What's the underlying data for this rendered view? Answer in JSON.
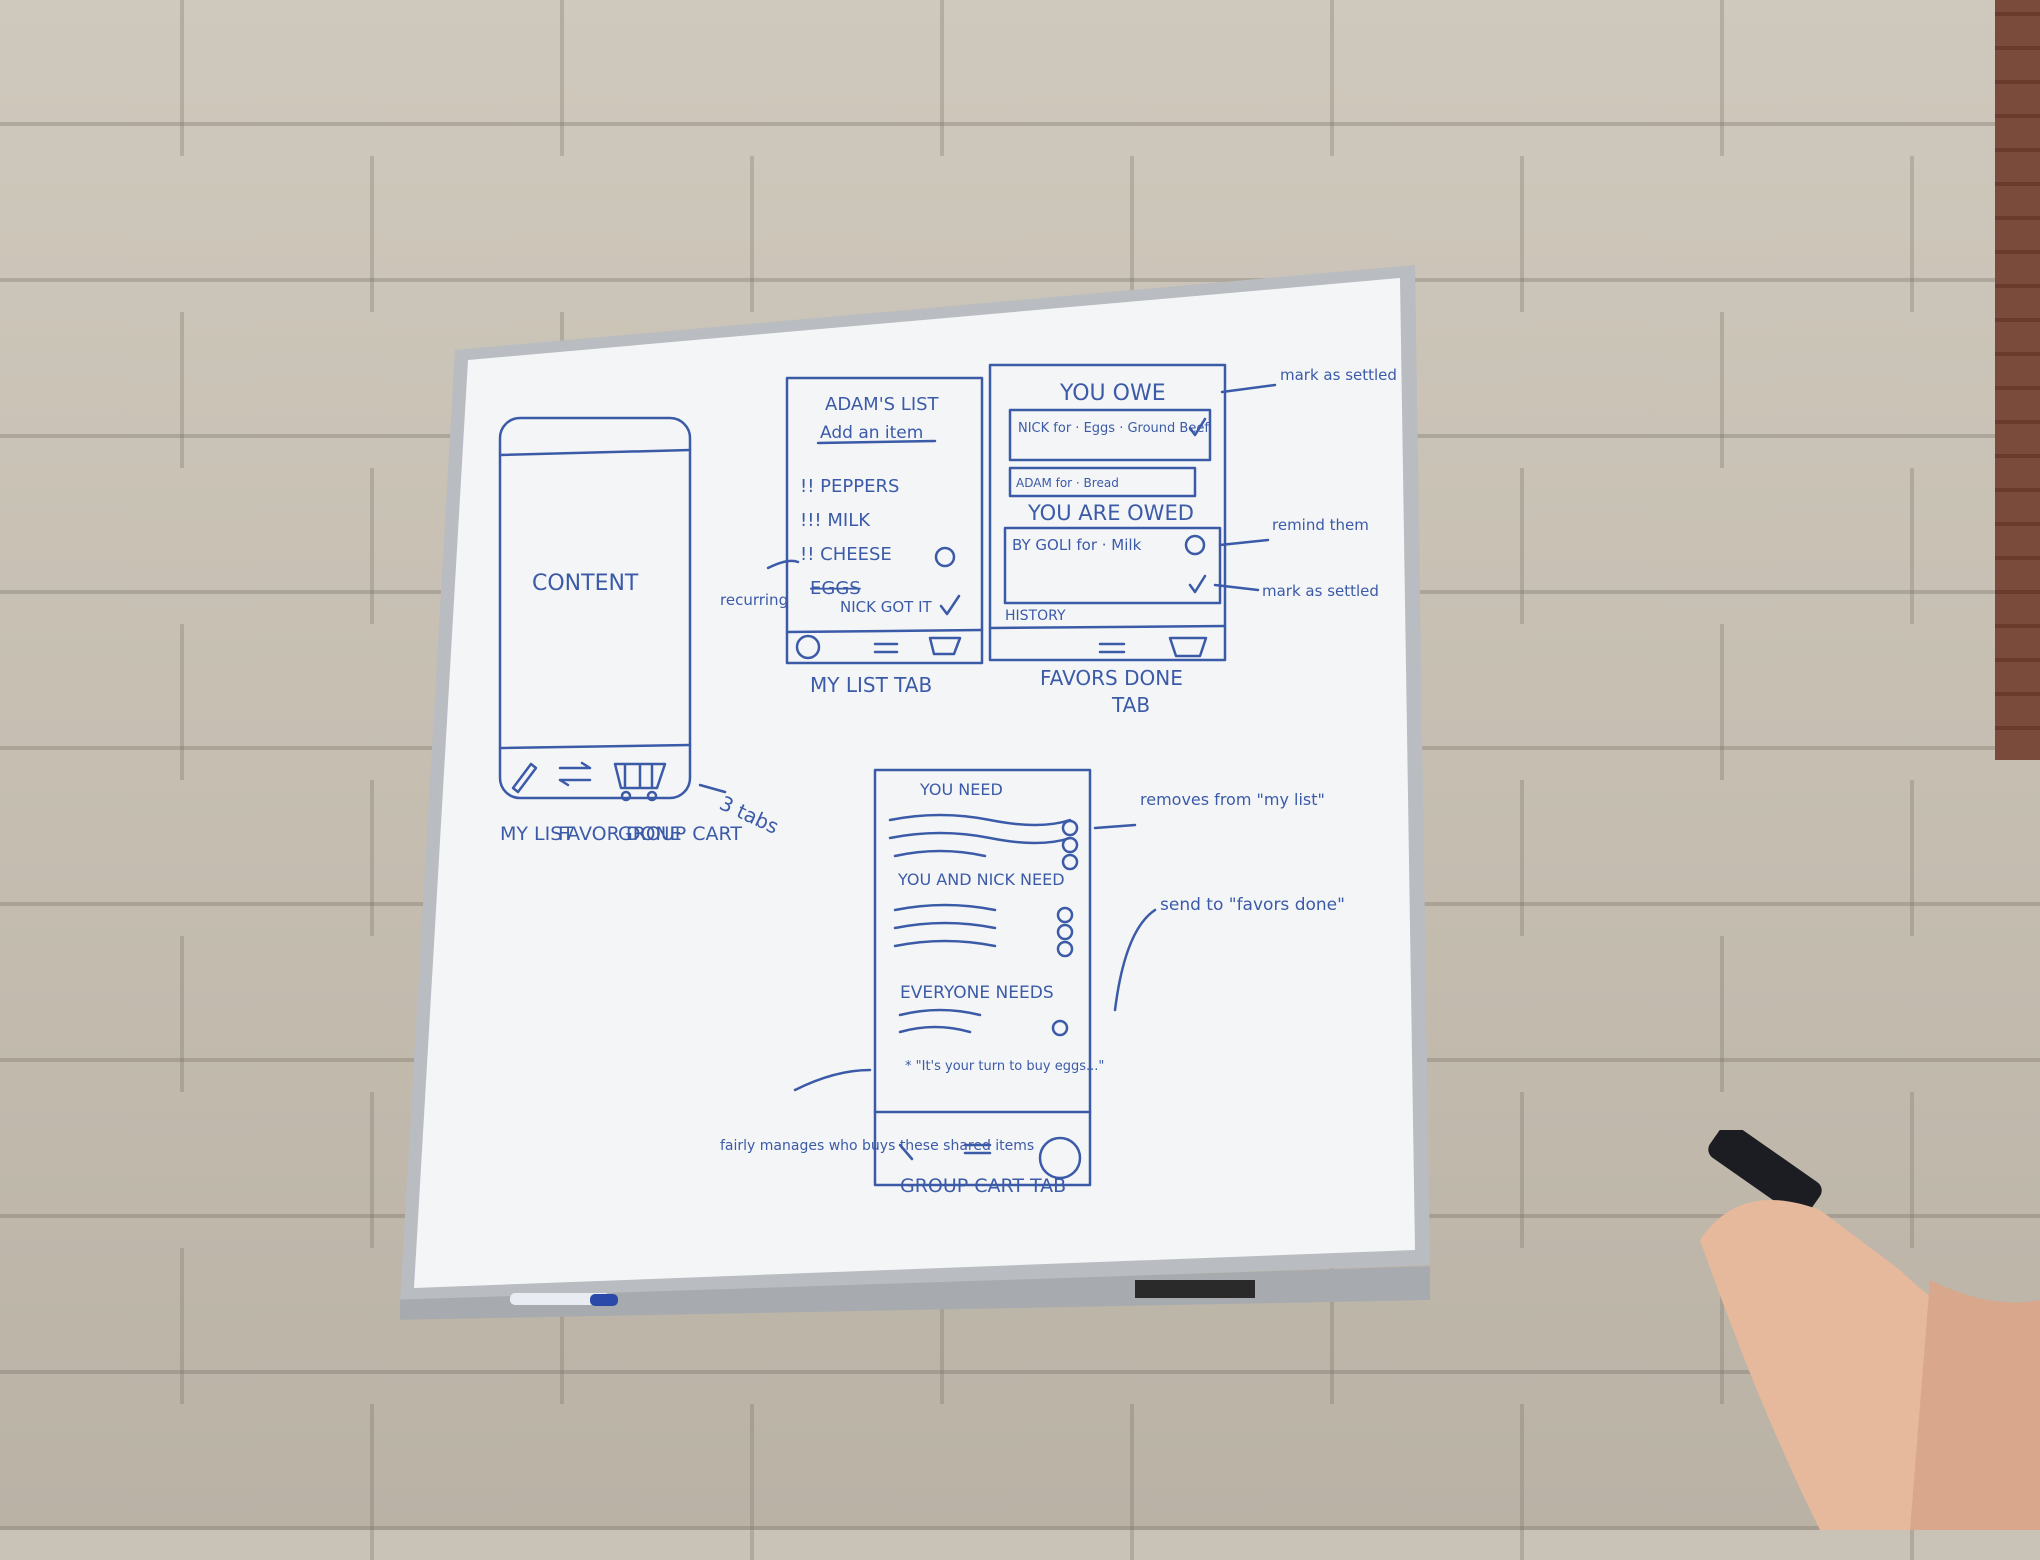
{
  "colors": {
    "ink": "#3b5aa8",
    "board": "#f4f5f6",
    "frame": "#b9bcc0",
    "wall": "#c9c2b6"
  },
  "wireframe": {
    "content_label": "CONTENT",
    "tab_labels": [
      "MY LIST",
      "FAVOR DONE",
      "GROUP CART"
    ],
    "tabs_note": "3 tabs"
  },
  "my_list": {
    "title": "ADAM'S LIST",
    "add_item": "Add an item",
    "items": [
      "!! PEPPERS",
      "!!! MILK",
      "!! CHEESE",
      "EGGS"
    ],
    "nick_got_it": "NICK GOT IT",
    "recurring_note": "recurring",
    "caption": "MY LIST TAB"
  },
  "favors": {
    "you_owe": "YOU OWE",
    "owe_1": "NICK for · Eggs · Ground Beef",
    "owe_2": "ADAM for · Bread",
    "you_are_owed": "YOU ARE OWED",
    "owed_1": "BY GOLI for · Milk",
    "history": "HISTORY",
    "caption_1": "FAVORS DONE",
    "caption_2": "TAB",
    "note_mark_settled_1": "mark as settled",
    "note_remind": "remind them",
    "note_mark_settled_2": "mark as settled"
  },
  "group_cart": {
    "you_need": "YOU NEED",
    "you_and_nick": "YOU AND NICK NEED",
    "everyone": "EVERYONE NEEDS",
    "turn_note": "* \"It's your turn to buy eggs...\"",
    "caption": "GROUP CART TAB",
    "note_removes": "removes from \"my list\"",
    "note_send": "send to \"favors done\"",
    "note_fairly": "fairly manages who buys these shared items"
  }
}
